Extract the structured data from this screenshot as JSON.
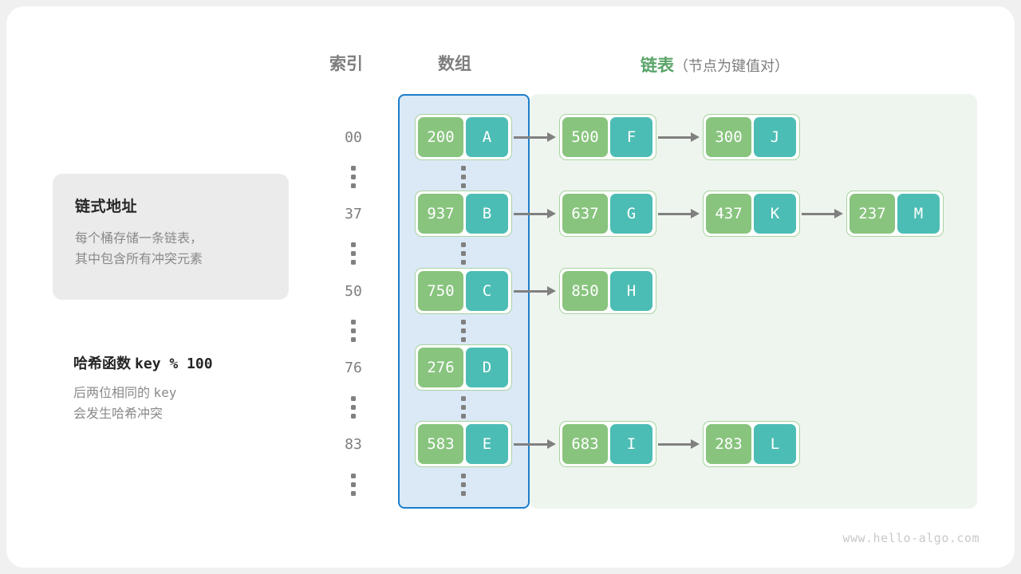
{
  "headers": {
    "index": "索引",
    "array": "数组",
    "list_main": "链表",
    "list_sub": "（节点为键值对）"
  },
  "info_card": {
    "title": "链式地址",
    "line1": "每个桶存储一条链表，",
    "line2": "其中包含所有冲突元素"
  },
  "hash_note": {
    "title_cn": "哈希函数",
    "title_code": "key % 100",
    "line1_cn": "后两位相同的",
    "line1_code": "key",
    "line2": "会发生哈希冲突"
  },
  "colors": {
    "key_box": "#88c47e",
    "value_box": "#4cbdb4",
    "array_panel_bg": "#dbe9f6",
    "array_panel_border": "#1c7ecb",
    "list_panel_bg": "#eef5ee",
    "arrow": "#808080",
    "accent_green_text": "#5aa469",
    "muted_text": "#7d7d7d"
  },
  "buckets": [
    {
      "index": "00",
      "nodes": [
        {
          "key": "200",
          "value": "A"
        },
        {
          "key": "500",
          "value": "F"
        },
        {
          "key": "300",
          "value": "J"
        }
      ]
    },
    {
      "index": "37",
      "nodes": [
        {
          "key": "937",
          "value": "B"
        },
        {
          "key": "637",
          "value": "G"
        },
        {
          "key": "437",
          "value": "K"
        },
        {
          "key": "237",
          "value": "M"
        }
      ]
    },
    {
      "index": "50",
      "nodes": [
        {
          "key": "750",
          "value": "C"
        },
        {
          "key": "850",
          "value": "H"
        }
      ]
    },
    {
      "index": "76",
      "nodes": [
        {
          "key": "276",
          "value": "D"
        }
      ]
    },
    {
      "index": "83",
      "nodes": [
        {
          "key": "583",
          "value": "E"
        },
        {
          "key": "683",
          "value": "I"
        },
        {
          "key": "283",
          "value": "L"
        }
      ]
    }
  ],
  "ellipsis_symbol": "⋮",
  "footer": "www.hello-algo.com"
}
